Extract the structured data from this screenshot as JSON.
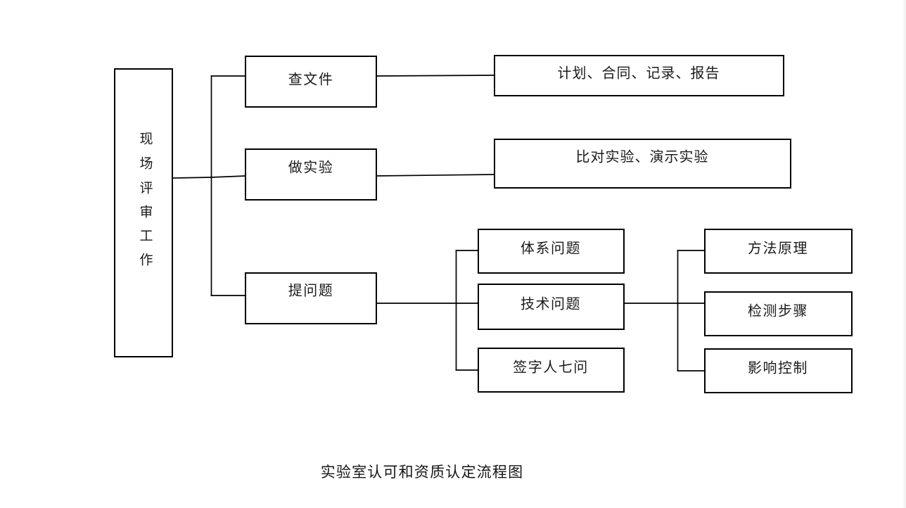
{
  "page": {
    "background_color": "#ffffff",
    "line_color": "#000000",
    "text_color": "#1a1a1a"
  },
  "caption": {
    "text": "实验室认可和资质认定流程图"
  },
  "diagram": {
    "root": {
      "label": "现场评审工作",
      "chars": [
        "现",
        "场",
        "评",
        "审",
        "工",
        "作"
      ],
      "orientation": "vertical"
    },
    "level1": [
      {
        "label": "查文件"
      },
      {
        "label": "做实验"
      },
      {
        "label": "提问题"
      }
    ],
    "level2": [
      {
        "label": "计划、合同、记录、报告"
      },
      {
        "label": "比对实验、演示实验"
      },
      {
        "label": "体系问题"
      },
      {
        "label": "技术问题"
      },
      {
        "label": "签字人七问"
      }
    ],
    "level3": [
      {
        "label": "方法原理"
      },
      {
        "label": "检测步骤"
      },
      {
        "label": "影响控制"
      }
    ]
  }
}
